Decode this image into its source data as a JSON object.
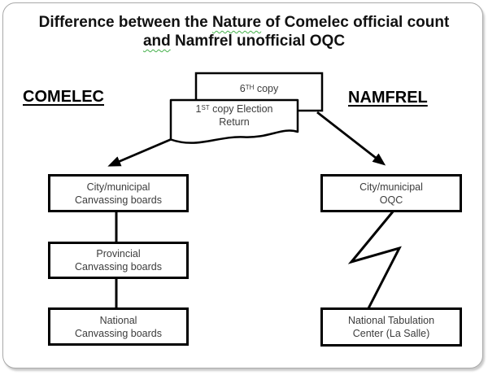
{
  "colors": {
    "line": "#000000",
    "frame_border": "#a9a9a9",
    "box_border": "#000000",
    "box_text": "#3c3c3c",
    "title_text": "#111111",
    "wavy_underline": "#44b04a",
    "background": "#ffffff"
  },
  "title": {
    "line1_pre": "Difference between the ",
    "line1_wavy": "Nature",
    "line1_post": " of Comelec official count",
    "line2_wavy": "and",
    "line2_post": " Namfrel unofficial OQC"
  },
  "column_labels": {
    "left": "COMELEC",
    "right": "NAMFREL"
  },
  "central_shapes": {
    "back_box": {
      "base": "6",
      "sup": "TH",
      "rest": " copy"
    },
    "front_document": {
      "base": "1",
      "sup": "ST",
      "rest": " copy Election",
      "line2": "Return"
    }
  },
  "comelec_flow": [
    {
      "line1": "City/municipal",
      "line2": "Canvassing boards"
    },
    {
      "line1": "Provincial",
      "line2": "Canvassing boards"
    },
    {
      "line1": "National",
      "line2": "Canvassing boards"
    }
  ],
  "namfrel_flow": [
    {
      "line1": "City/municipal",
      "line2": "OQC"
    },
    {
      "line1": "National Tabulation",
      "line2": "Center (La Salle)"
    }
  ],
  "edges": [
    {
      "from": "1st copy Election Return",
      "to": "City/municipal Canvassing boards",
      "style": "arrow"
    },
    {
      "from": "6th copy",
      "to": "City/municipal OQC",
      "style": "arrow"
    },
    {
      "from": "City/municipal Canvassing boards",
      "to": "Provincial Canvassing boards",
      "style": "line"
    },
    {
      "from": "Provincial Canvassing boards",
      "to": "National Canvassing boards",
      "style": "line"
    },
    {
      "from": "City/municipal OQC",
      "to": "National Tabulation Center (La Salle)",
      "style": "zigzag"
    }
  ]
}
